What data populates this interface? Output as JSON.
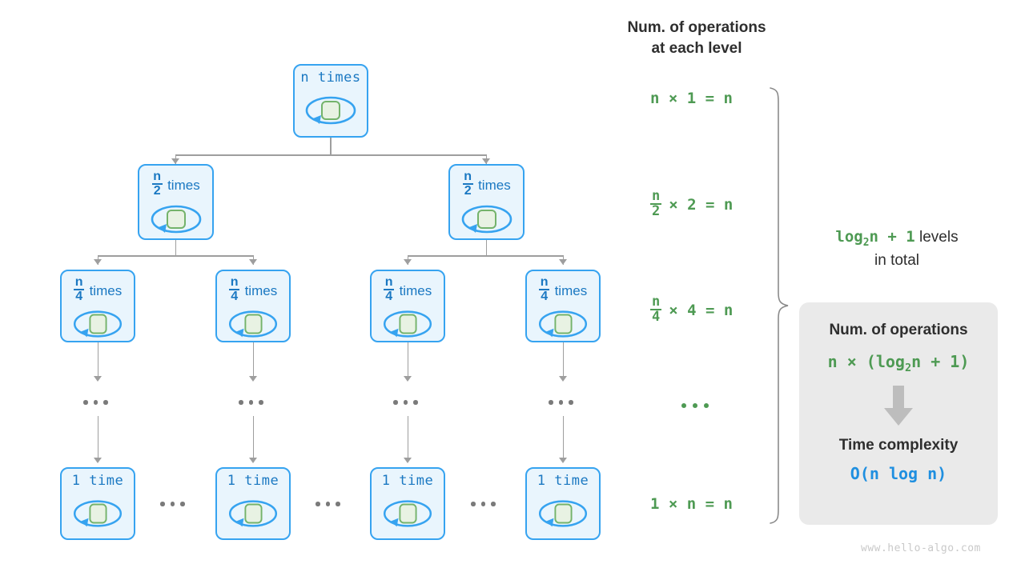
{
  "tree": {
    "levels": [
      {
        "id": "level-1",
        "nodes": [
          {
            "label_type": "mono",
            "text": "n times"
          }
        ]
      },
      {
        "id": "level-2",
        "nodes": [
          {
            "label_type": "fraction",
            "numerator": "n",
            "denominator": "2",
            "suffix": "times"
          },
          {
            "label_type": "fraction",
            "numerator": "n",
            "denominator": "2",
            "suffix": "times"
          }
        ]
      },
      {
        "id": "level-3",
        "nodes": [
          {
            "label_type": "fraction",
            "numerator": "n",
            "denominator": "4",
            "suffix": "times"
          },
          {
            "label_type": "fraction",
            "numerator": "n",
            "denominator": "4",
            "suffix": "times"
          },
          {
            "label_type": "fraction",
            "numerator": "n",
            "denominator": "4",
            "suffix": "times"
          },
          {
            "label_type": "fraction",
            "numerator": "n",
            "denominator": "4",
            "suffix": "times"
          }
        ]
      },
      {
        "id": "level-last",
        "nodes": [
          {
            "label_type": "mono",
            "text": "1 time"
          },
          {
            "label_type": "mono",
            "text": "1 time"
          },
          {
            "label_type": "mono",
            "text": "1 time"
          },
          {
            "label_type": "mono",
            "text": "1 time"
          }
        ]
      }
    ],
    "ellipsis": "..."
  },
  "operations_column": {
    "title_line1": "Num. of operations",
    "title_line2": "at each level",
    "rows": [
      {
        "id": "row-1",
        "kind": "plain",
        "text": "n × 1 = n"
      },
      {
        "id": "row-2",
        "kind": "fraction",
        "numerator": "n",
        "denominator": "2",
        "rest": "× 2 = n"
      },
      {
        "id": "row-3",
        "kind": "fraction",
        "numerator": "n",
        "denominator": "4",
        "rest": "× 4 = n"
      },
      {
        "id": "row-4",
        "kind": "dots",
        "text": "..."
      },
      {
        "id": "row-5",
        "kind": "plain",
        "text": "1 × n = n"
      }
    ]
  },
  "levels_note": {
    "formula": "log₂n + 1",
    "suffix": " levels",
    "second_line": "in total"
  },
  "summary_card": {
    "operations_heading": "Num. of operations",
    "operations_formula": "n × (log₂n + 1)",
    "complexity_heading": "Time complexity",
    "complexity_formula": "O(n log n)"
  },
  "watermark": "www.hello-algo.com",
  "colors": {
    "node_border": "#36a3f0",
    "node_fill": "#e9f5fd",
    "node_text": "#1a78c2",
    "inner_square_border": "#74b36b",
    "inner_square_fill": "#e8f2e3",
    "green_formula": "#4e9a53",
    "blue_complexity": "#1f8fe0",
    "connector": "#9e9e9e",
    "card_bg": "#eaeaea",
    "title_text": "#2e2e2e"
  }
}
